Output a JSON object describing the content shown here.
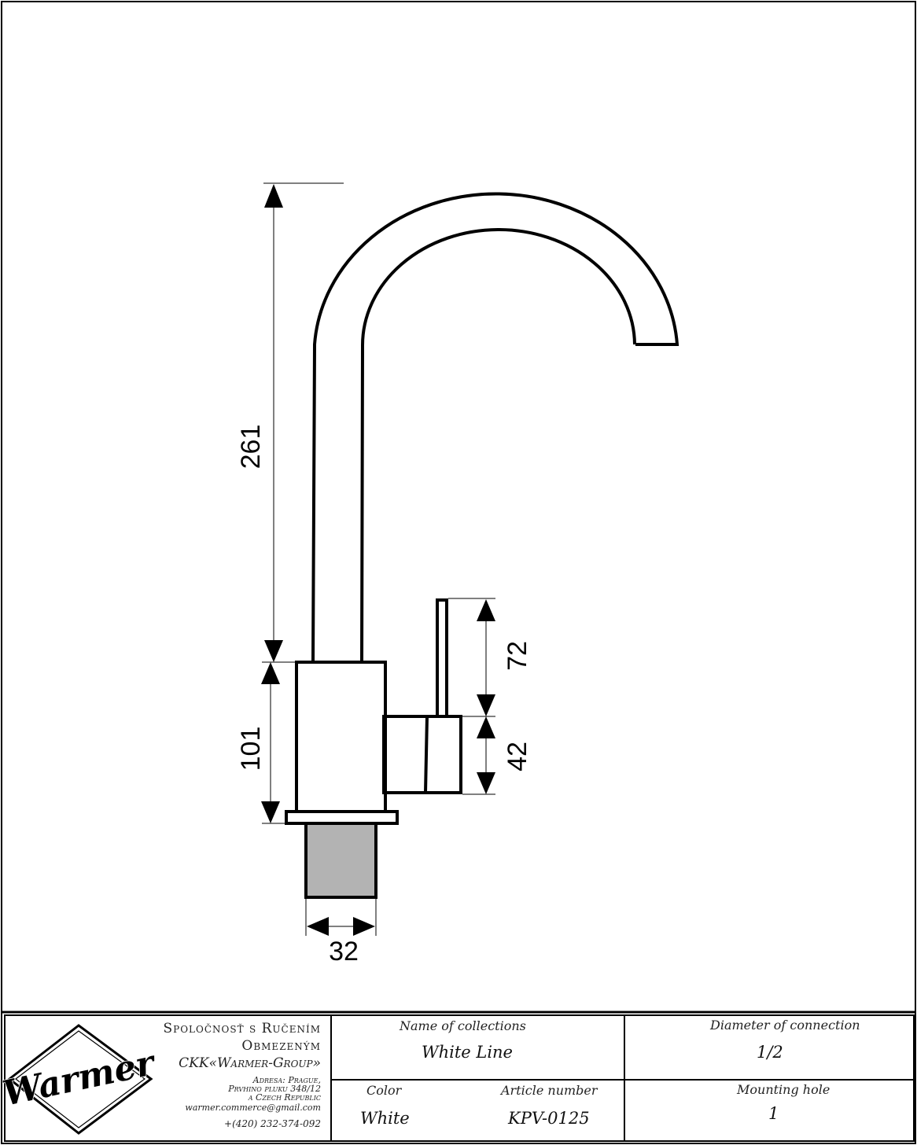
{
  "dimensions": {
    "total_height": "261",
    "body_height": "101",
    "handle_height": "72",
    "lever_block_height": "42",
    "base_diameter": "32"
  },
  "company": {
    "logo_text": "Warmer",
    "line1": "Spoločnosť s Ručením",
    "line2": "Obmezeným",
    "line3": "CKK«Warmer-Group»",
    "address1": "Adresa: Prague,",
    "address2": "Prvhino pluku 348/12",
    "address3": "a Czech Republic",
    "email": "warmer.commerce@gmail.com",
    "phone": "+(420) 232-374-092"
  },
  "specs": {
    "collection_label": "Name of collections",
    "collection_value": "White Line",
    "connection_label": "Diameter of connection",
    "connection_value": "1/2",
    "color_label": "Color",
    "color_value": "White",
    "article_label": "Article number",
    "article_value": "KPV-0125",
    "mounting_label": "Mounting hole",
    "mounting_value": "1"
  },
  "colors": {
    "line": "#000000",
    "base_fill": "#b3b3b3"
  }
}
